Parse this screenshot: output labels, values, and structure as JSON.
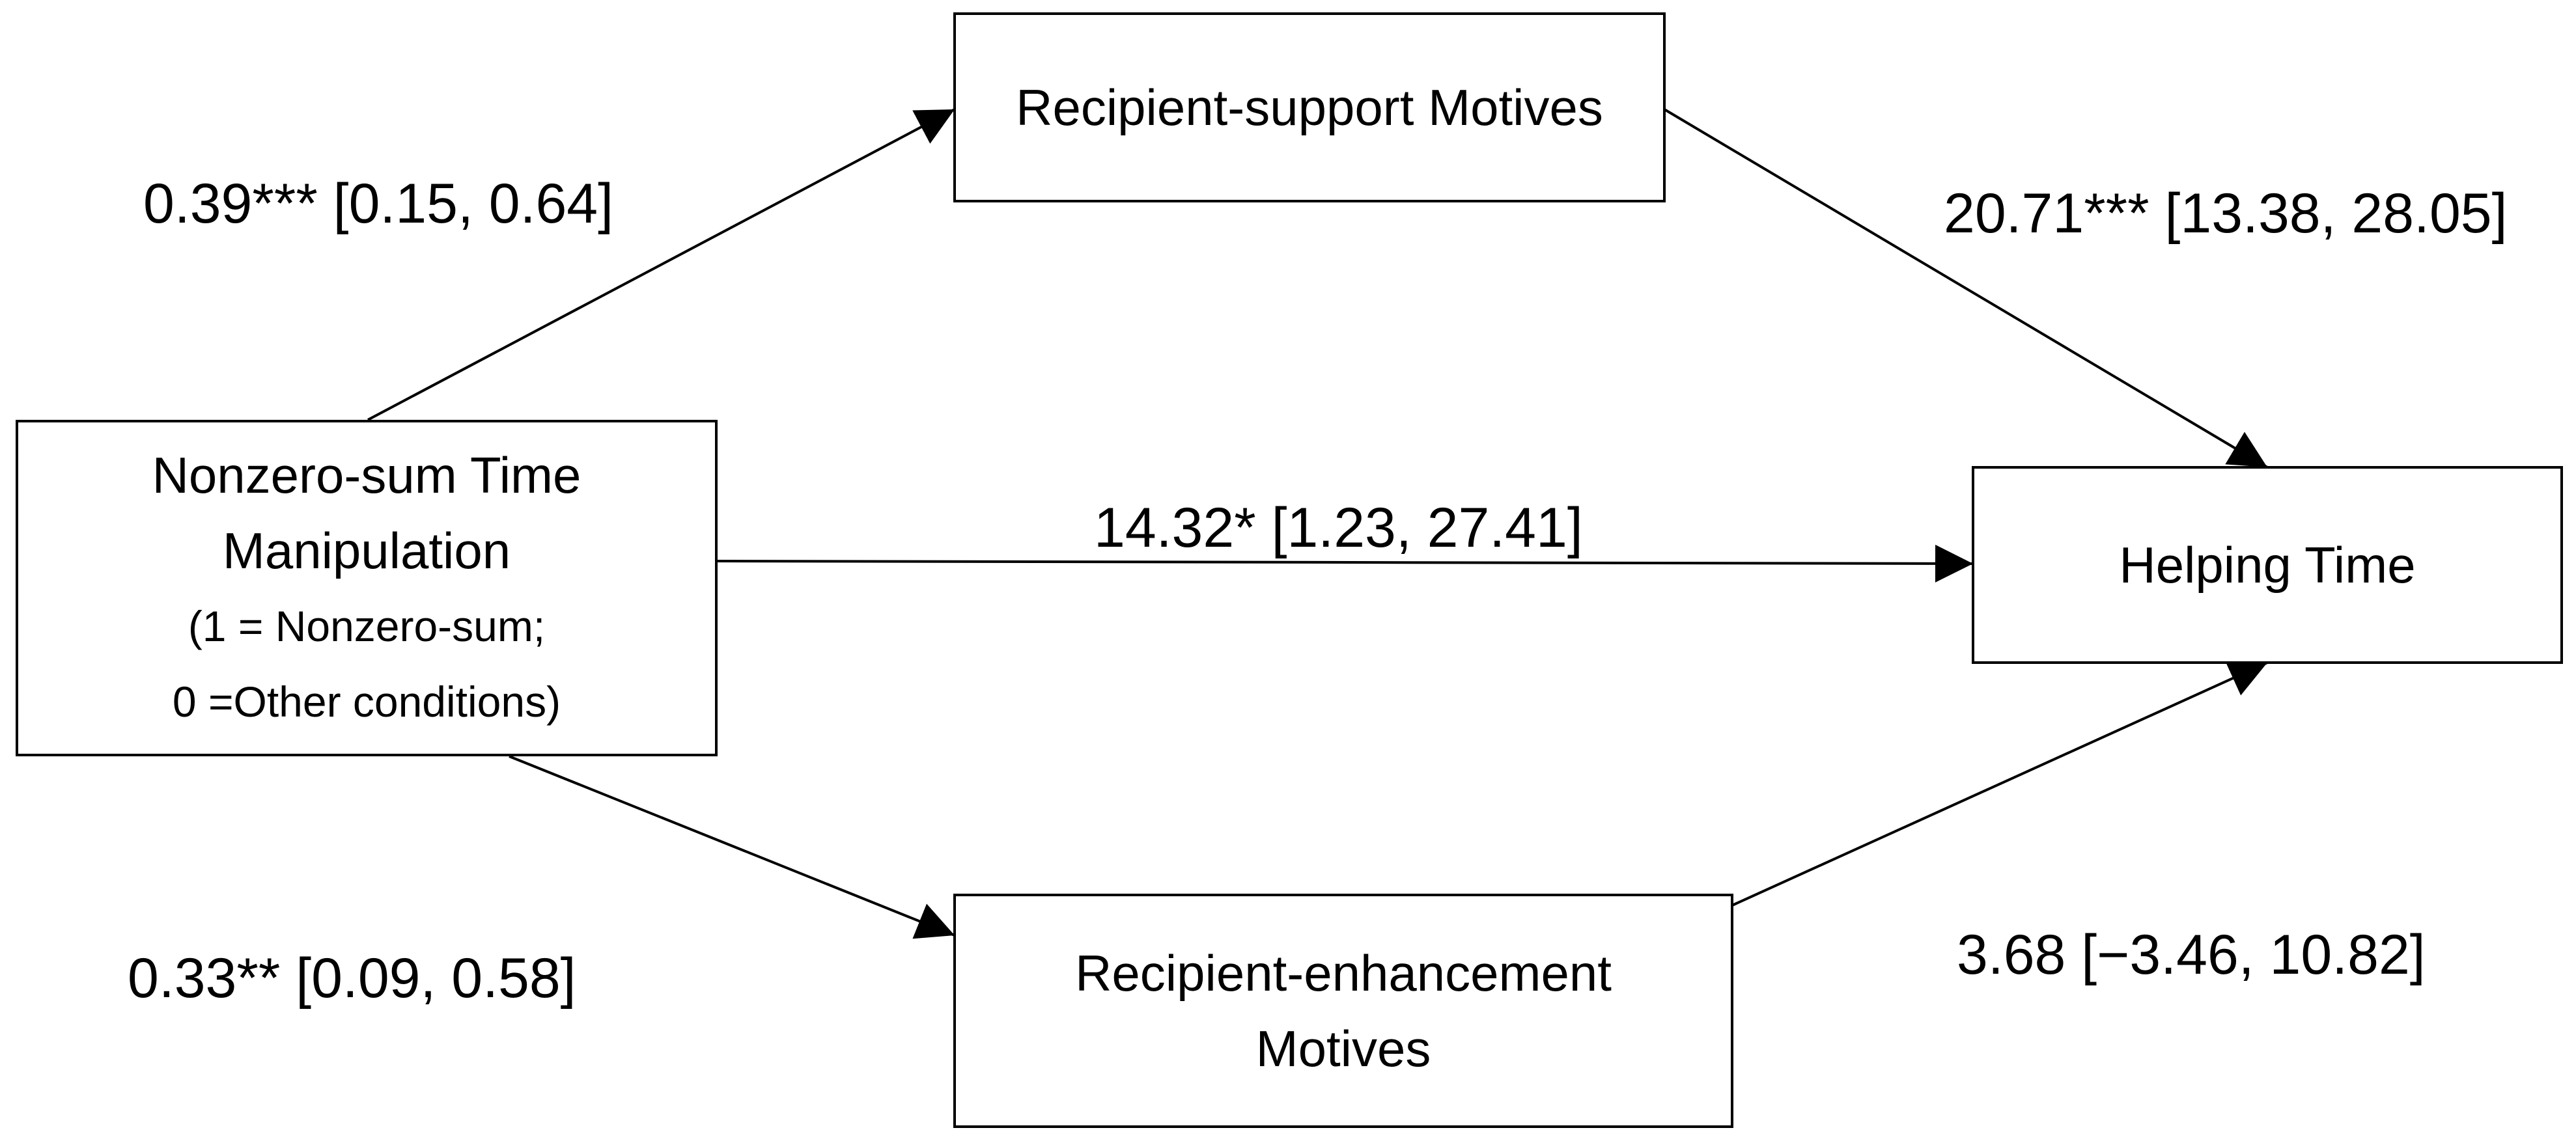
{
  "nodes": {
    "predictor": {
      "line1": "Nonzero-sum Time",
      "line2": "Manipulation",
      "line3": "(1 = Nonzero-sum;",
      "line4": "0 =Other conditions)"
    },
    "mediator_support": {
      "label": "Recipient-support Motives"
    },
    "mediator_enhancement": {
      "line1": "Recipient-enhancement",
      "line2": "Motives"
    },
    "outcome": {
      "label": "Helping Time"
    }
  },
  "paths": {
    "a_support": "0.39*** [0.15, 0.64]",
    "b_support": "20.71*** [13.38, 28.05]",
    "direct": "14.32* [1.23, 27.41]",
    "a_enhancement": "0.33** [0.09, 0.58]",
    "b_enhancement": "3.68 [−3.46, 10.82]"
  },
  "colors": {
    "line": "#000000",
    "background": "#ffffff"
  }
}
